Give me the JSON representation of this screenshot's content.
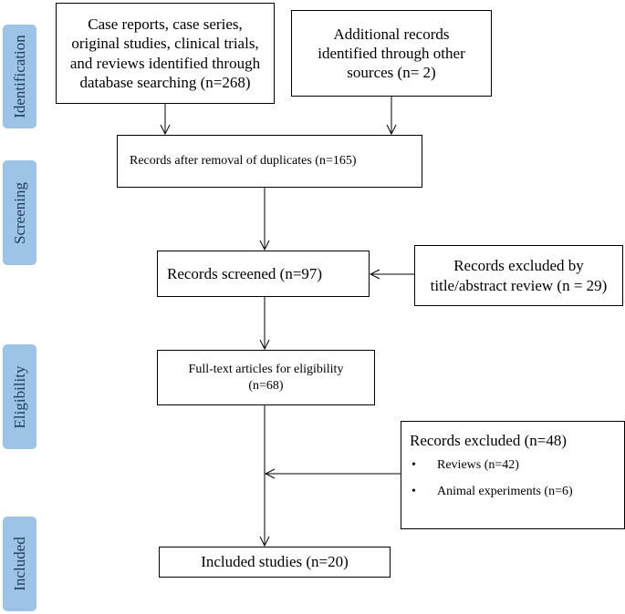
{
  "phases": {
    "identification": "Identification",
    "screening": "Screening",
    "eligibility": "Eligibility",
    "included": "Included"
  },
  "boxes": {
    "database_search": {
      "lines": [
        "Case reports, case series,",
        "original studies, clinical trials,",
        "and reviews identified through",
        "database searching (n=268)"
      ]
    },
    "other_sources": {
      "lines": [
        "Additional records",
        "identified through other",
        "sources (n= 2)"
      ]
    },
    "after_duplicates": "Records after removal of duplicates (n=165)",
    "screened": "Records screened (n=97)",
    "excluded_title_abstract": {
      "lines": [
        "Records excluded by",
        "title/abstract review (n = 29)"
      ]
    },
    "full_text": {
      "lines": [
        "Full-text articles for eligibility",
        "(n=68)"
      ]
    },
    "excluded_full_text": {
      "heading": "Records excluded (n=48)",
      "items": [
        "Reviews (n=42)",
        "Animal experiments (n=6)"
      ]
    },
    "included": "Included studies (n=20)"
  }
}
